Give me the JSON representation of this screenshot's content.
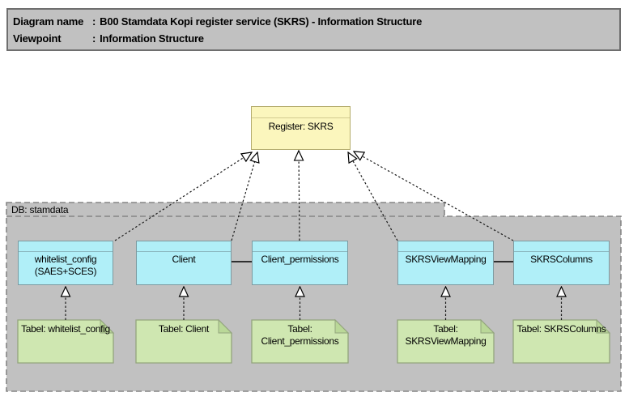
{
  "title_block": {
    "rows": [
      {
        "label": "Diagram name",
        "sep": ":",
        "value": "B00 Stamdata Kopi register service (SKRS) - Information Structure"
      },
      {
        "label": "Viewpoint",
        "sep": ":",
        "value": "Information Structure"
      }
    ]
  },
  "register": {
    "label": "Register: SKRS"
  },
  "container": {
    "label": "DB: stamdata"
  },
  "entities": [
    {
      "label": "whitelist_config (SAES+SCES)"
    },
    {
      "label": "Client"
    },
    {
      "label": "Client_permissions"
    },
    {
      "label": "SKRSViewMapping"
    },
    {
      "label": "SKRSColumns"
    }
  ],
  "notes": [
    {
      "label": "Tabel: whitelist_config"
    },
    {
      "label": "Tabel: Client"
    },
    {
      "label": "Tabel: Client_permissions"
    },
    {
      "label": "Tabel: SKRSViewMapping"
    },
    {
      "label": "Tabel: SKRSColumns"
    }
  ],
  "colors": {
    "title_fill": "#c1c1c1",
    "container_fill": "#c1c1c1",
    "entity_fill": "#b0eff8",
    "register_fill": "#fbf6bd",
    "note_fill": "#cfe7b1"
  }
}
